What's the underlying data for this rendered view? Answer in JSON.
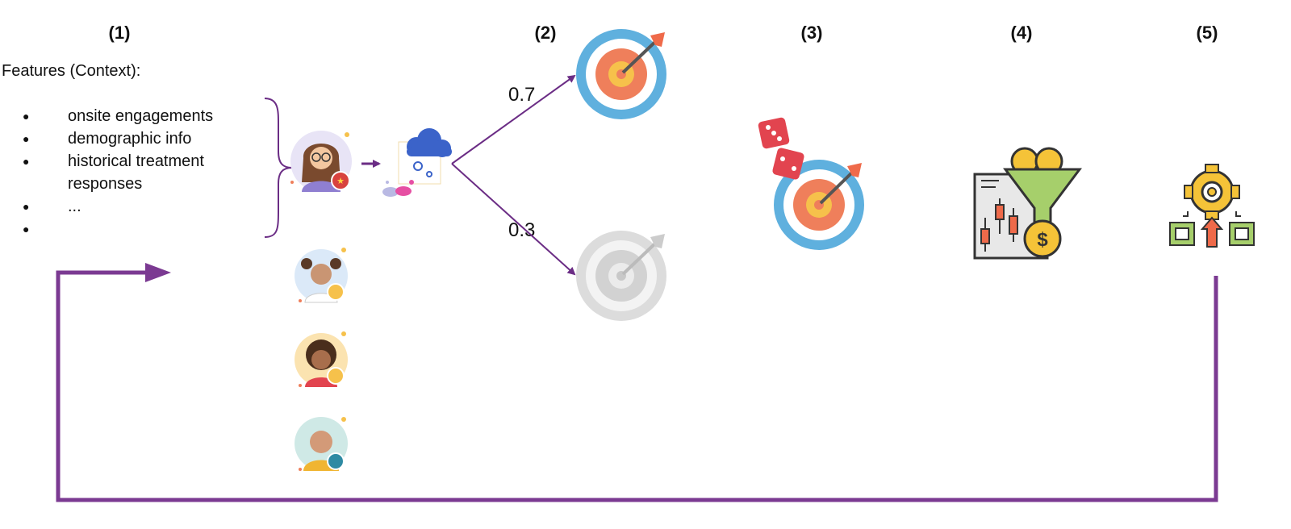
{
  "steps": [
    "(1)",
    "(2)",
    "(3)",
    "(4)",
    "(5)"
  ],
  "features": {
    "title": "Features (Context):",
    "items": [
      "onsite engagements",
      "demographic info",
      "historical treatment responses",
      "...",
      ""
    ]
  },
  "probabilities": {
    "top": "0.7",
    "bottom": "0.3"
  },
  "colors": {
    "arrow": "#6b2d85",
    "loop": "#7b3a92",
    "target_blue": "#5fb0de",
    "target_orange": "#ef7f5b",
    "target_yellow": "#f6c14b",
    "target_gray": "#d9d9d9",
    "dice_red": "#e2444f",
    "funnel_green": "#a6cf6b",
    "coin_gold": "#f5c338",
    "cloud_blue": "#3b63c9"
  },
  "icons": {
    "users": [
      "user-avatar-woman-glasses-icon",
      "user-avatar-girl-pigtails-icon",
      "user-avatar-woman-curly-icon",
      "user-avatar-man-bald-icon"
    ],
    "model": "cloud-ml-model-icon",
    "treatment_selected": "target-arrow-icon",
    "treatment_unselected": "target-gray-icon",
    "sampling": "dice-target-icon",
    "reward": "funnel-coin-chart-icon",
    "update": "gear-documents-update-icon"
  }
}
